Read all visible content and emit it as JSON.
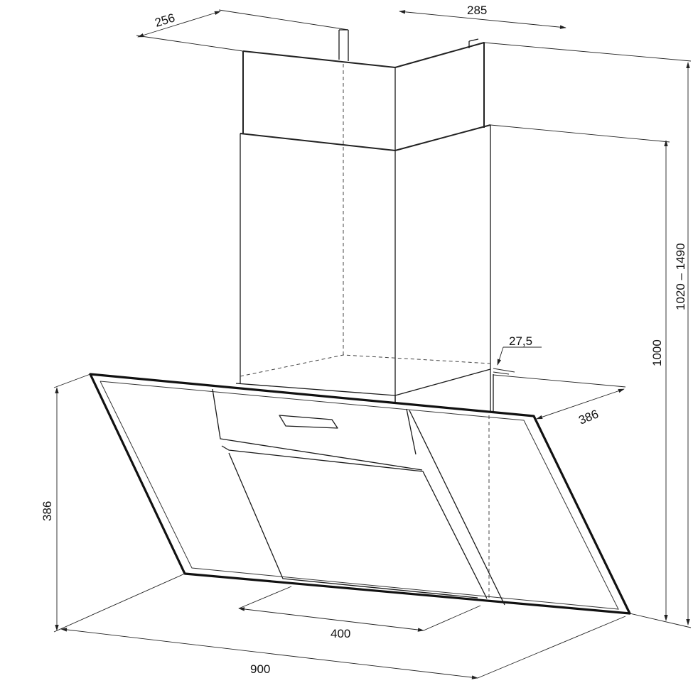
{
  "dimensions": {
    "chimney_depth": "256",
    "chimney_width": "285",
    "height_range": "1020 – 1490",
    "height_total": "1000",
    "glass_offset": "27,5",
    "hood_depth_side": "386",
    "hood_height_left": "386",
    "control_width": "400",
    "hood_width": "900"
  }
}
